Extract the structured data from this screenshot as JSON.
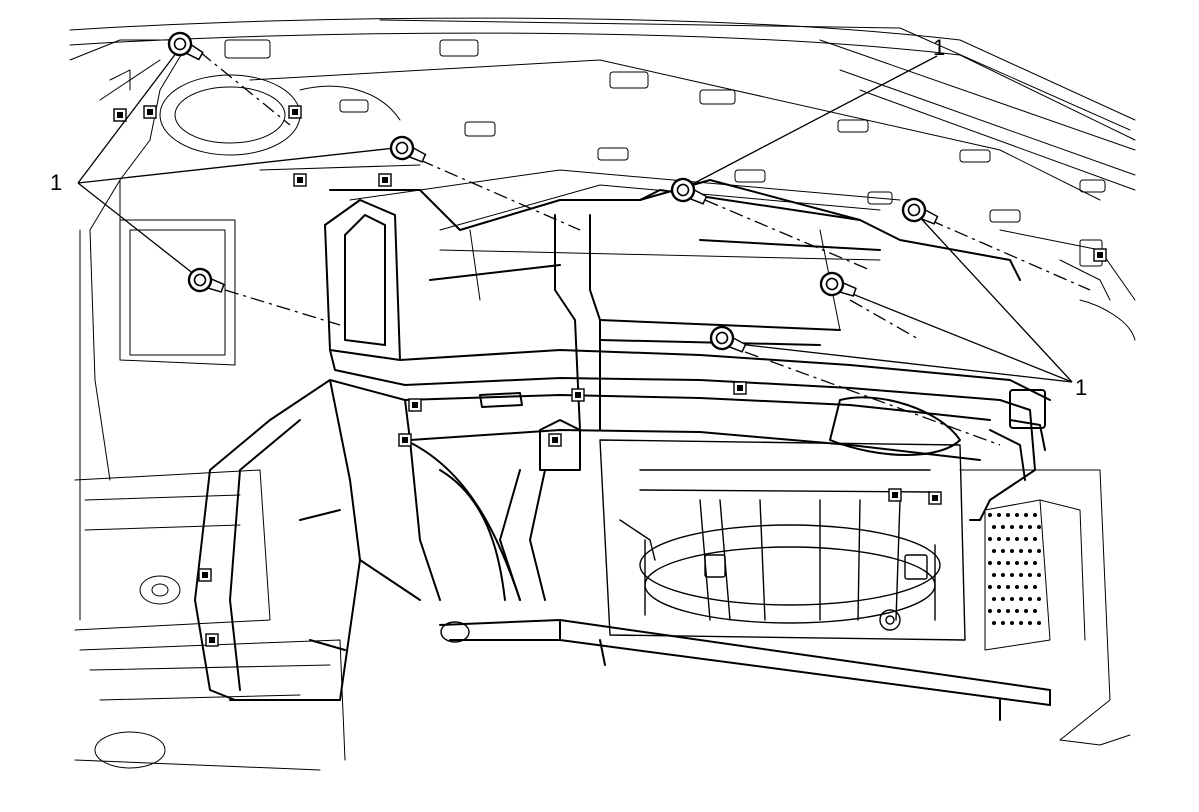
{
  "callouts": [
    {
      "id": "callout-left",
      "label": "1"
    },
    {
      "id": "callout-top-right",
      "label": "1"
    },
    {
      "id": "callout-bottom-right",
      "label": "1"
    }
  ],
  "fastener_count": 8,
  "line_color": "#000000",
  "background_color": "#ffffff"
}
